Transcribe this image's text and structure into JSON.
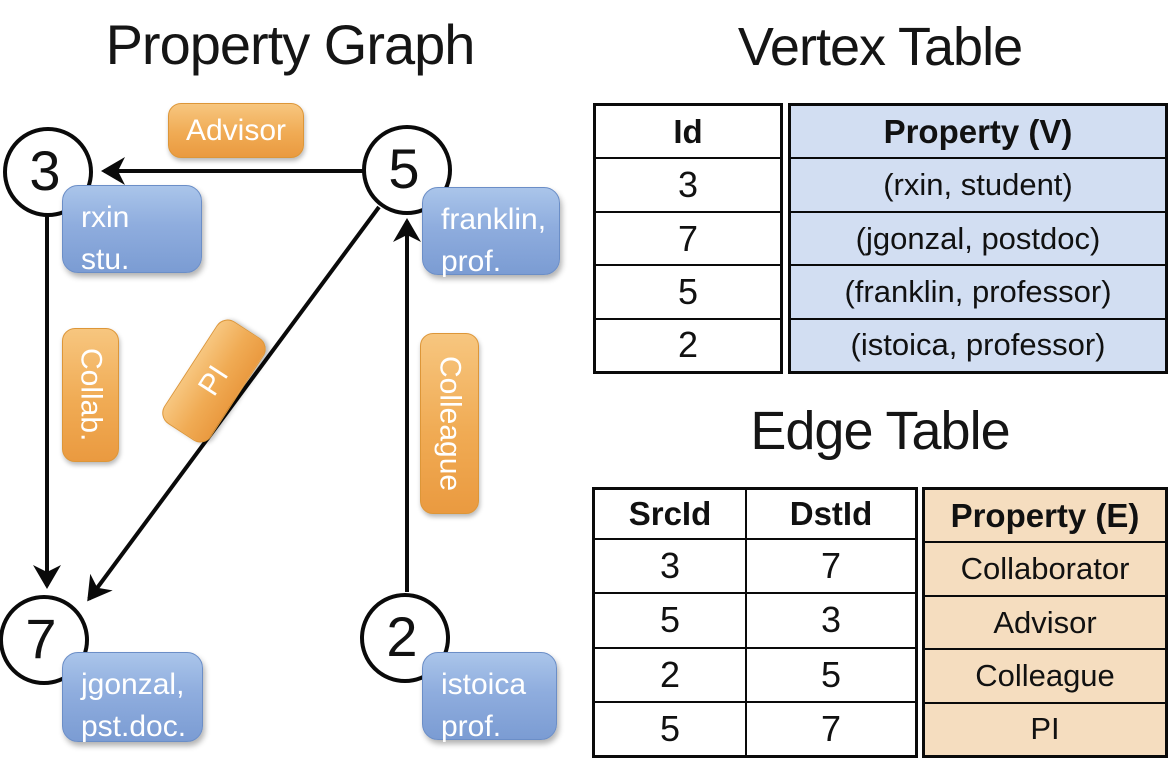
{
  "titles": {
    "graph": "Property Graph",
    "vertex_table": "Vertex Table",
    "edge_table": "Edge Table"
  },
  "graph": {
    "nodes": [
      {
        "id": "3",
        "label_lines": [
          "rxin",
          "stu."
        ]
      },
      {
        "id": "5",
        "label_lines": [
          "franklin,",
          "prof."
        ]
      },
      {
        "id": "7",
        "label_lines": [
          "jgonzal,",
          "pst.doc."
        ]
      },
      {
        "id": "2",
        "label_lines": [
          "istoica",
          "prof."
        ]
      }
    ],
    "edge_labels": {
      "advisor": "Advisor",
      "collab": "Collab.",
      "pi": "PI",
      "colleague": "Colleague"
    }
  },
  "vertex_table": {
    "headers": [
      "Id",
      "Property (V)"
    ],
    "rows": [
      [
        "3",
        "(rxin, student)"
      ],
      [
        "7",
        "(jgonzal, postdoc)"
      ],
      [
        "5",
        "(franklin, professor)"
      ],
      [
        "2",
        "(istoica, professor)"
      ]
    ]
  },
  "edge_table": {
    "headers": [
      "SrcId",
      "DstId",
      "Property (E)"
    ],
    "rows": [
      [
        "3",
        "7",
        "Collaborator"
      ],
      [
        "5",
        "3",
        "Advisor"
      ],
      [
        "2",
        "5",
        "Colleague"
      ],
      [
        "5",
        "7",
        "PI"
      ]
    ]
  },
  "colors": {
    "edge_label_orange": "#F0AB54",
    "node_property_blue": "#8FADDE",
    "vertex_property_fill": "#D2DEF2",
    "edge_property_fill": "#F5DDBF",
    "line_black": "#0A0A0A"
  }
}
